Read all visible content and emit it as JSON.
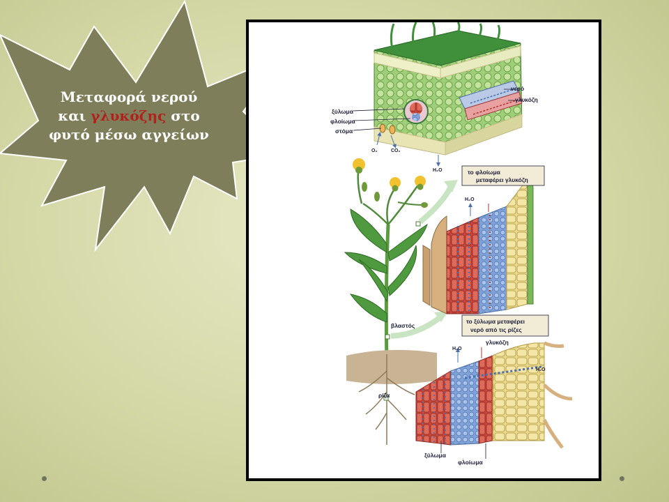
{
  "slide": {
    "title": {
      "line1": "Μεταφορά νερού",
      "line2_prefix": "και ",
      "line2_highlight": "γλυκόζης",
      "line2_suffix": " στο",
      "line3": "φυτό μέσω αγγείων"
    },
    "colors": {
      "burst_fill": "#7e7f5a",
      "highlight": "#b3211c",
      "frame_border": "#000000"
    }
  },
  "figure": {
    "leaf": {
      "xylem": "ξύλωμα",
      "phloem": "φλοίωμα",
      "stoma": "στόμα",
      "water": "νερό",
      "glucose": "γλυκόζη",
      "o2": "O₂",
      "co2": "CO₂",
      "h2o": "H₂O"
    },
    "stem": {
      "note_line1": "το φλοίωμα",
      "note_line2": "μεταφέρει  γλυκόζη",
      "label": "βλαστός",
      "h2o": "H₂O"
    },
    "root": {
      "note_line1": "το ξύλωμα  μεταφέρει",
      "note_line2": "νερό   από τις ρίζες",
      "glucose": "γλυκόζη",
      "label": "ρίζα",
      "h2o_left": "H₂O",
      "h2o_right": "H₂O",
      "xylem": "ξύλωμα",
      "phloem": "φλοίωμα"
    }
  }
}
